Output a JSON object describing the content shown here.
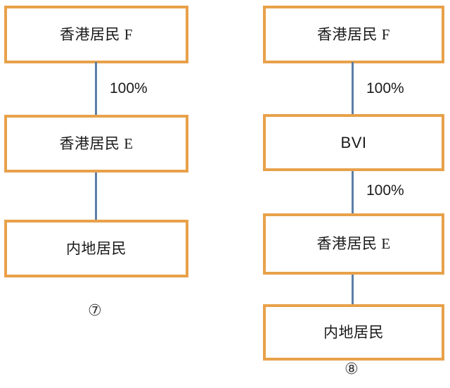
{
  "diagram_set": {
    "background_color": "#ffffff",
    "box_border_color": "#E8A14A",
    "connector_color": "#5B7FA6",
    "text_color": "#1a1a1a",
    "diagrams": [
      {
        "id": "diagram-7",
        "caption": "⑦",
        "nodes": [
          {
            "id": "l-node-1",
            "label": "香港居民 F",
            "script": "cjk"
          },
          {
            "id": "l-node-2",
            "label": "香港居民 E",
            "script": "cjk"
          },
          {
            "id": "l-node-3",
            "label": "内地居民",
            "script": "cjk"
          }
        ],
        "edges": [
          {
            "id": "l-edge-1",
            "from": "l-node-1",
            "to": "l-node-2",
            "label": "100%"
          },
          {
            "id": "l-edge-2",
            "from": "l-node-2",
            "to": "l-node-3",
            "label": ""
          }
        ]
      },
      {
        "id": "diagram-8",
        "caption": "⑧",
        "nodes": [
          {
            "id": "r-node-1",
            "label": "香港居民 F",
            "script": "cjk"
          },
          {
            "id": "r-node-2",
            "label": "BVI",
            "script": "latin"
          },
          {
            "id": "r-node-3",
            "label": "香港居民 E",
            "script": "cjk"
          },
          {
            "id": "r-node-4",
            "label": "内地居民",
            "script": "cjk"
          }
        ],
        "edges": [
          {
            "id": "r-edge-1",
            "from": "r-node-1",
            "to": "r-node-2",
            "label": "100%"
          },
          {
            "id": "r-edge-2",
            "from": "r-node-2",
            "to": "r-node-3",
            "label": "100%"
          },
          {
            "id": "r-edge-3",
            "from": "r-node-3",
            "to": "r-node-4",
            "label": ""
          }
        ]
      }
    ]
  }
}
